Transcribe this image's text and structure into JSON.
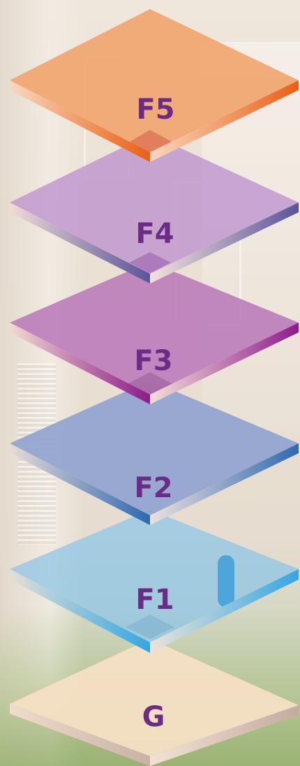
{
  "floors": [
    {
      "id": "f5",
      "label": "F5",
      "top": "#f0a873",
      "side": "#f7d9bf",
      "edge": "#ea5f13"
    },
    {
      "id": "f4",
      "label": "F4",
      "top": "#c29bcf",
      "side": "#f1dbd6",
      "edge": "#59549a"
    },
    {
      "id": "f3",
      "label": "F3",
      "top": "#b97ab9",
      "side": "#f1d9d0",
      "edge": "#8c1b8a"
    },
    {
      "id": "f2",
      "label": "F2",
      "top": "#8fa2cf",
      "side": "#e8dbd6",
      "edge": "#2e68b1"
    },
    {
      "id": "f1",
      "label": "F1",
      "top": "#8fc6e6",
      "side": "#e5dfd7",
      "edge": "#33a6e2"
    },
    {
      "id": "g",
      "label": "G",
      "top": "#f6dfc4",
      "side": "#f0dccb",
      "edge": "#c9b2a5"
    }
  ],
  "label_color": "#6b2c86"
}
